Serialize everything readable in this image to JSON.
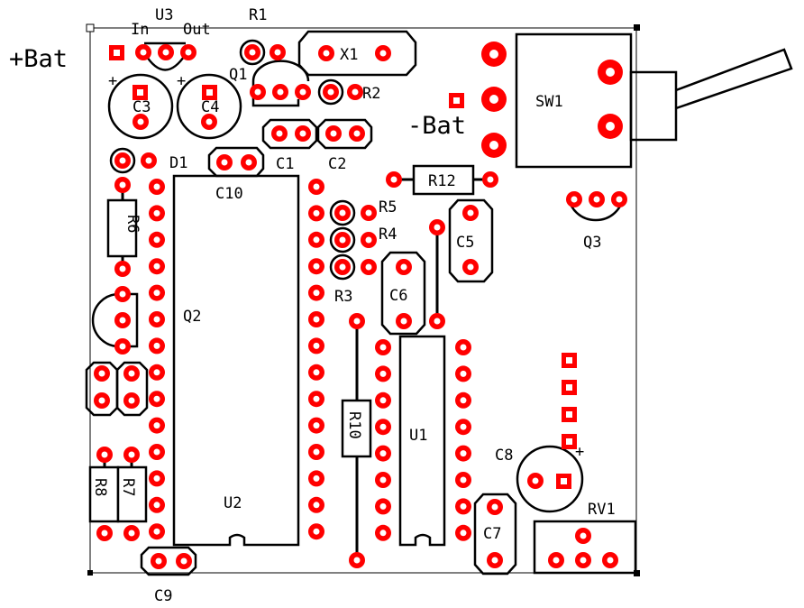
{
  "board": {
    "outline_color": "#000000",
    "pad_color": "#ff0000",
    "silk_color": "#000000"
  },
  "labels": {
    "bat_pos": "+Bat",
    "bat_neg": "-Bat",
    "u3": "U3",
    "u3_in": "In",
    "u3_out": "Out",
    "r1": "R1",
    "x1": "X1",
    "q1": "Q1",
    "r2": "R2",
    "c3": "C3",
    "c4": "C4",
    "plus_c3": "+",
    "plus_c4": "+",
    "plus_c8": "+",
    "c1": "C1",
    "c2": "C2",
    "d1": "D1",
    "c10": "C10",
    "r12": "R12",
    "sw1": "SW1",
    "q3": "Q3",
    "r5": "R5",
    "r4": "R4",
    "r3": "R3",
    "c5": "C5",
    "c6": "C6",
    "r6": "R6",
    "q2": "Q2",
    "r10": "R10",
    "u1": "U1",
    "c8": "C8",
    "r8": "R8",
    "r7": "R7",
    "u2": "U2",
    "c7": "C7",
    "rv1": "RV1",
    "c9": "C9"
  }
}
